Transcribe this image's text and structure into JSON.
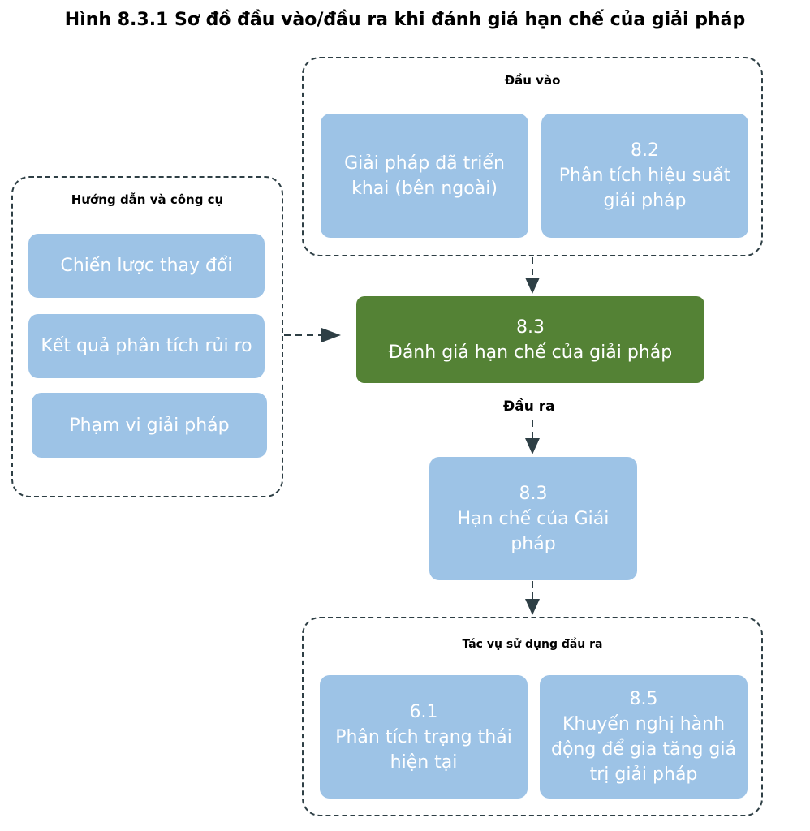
{
  "title": "Hình 8.3.1 Sơ đồ đầu vào/đầu ra khi đánh giá hạn chế của giải pháp",
  "inputs": {
    "label": "Đầu vào",
    "items": [
      {
        "lines": [
          "Giải pháp đã triển",
          "khai (bên ngoài)"
        ]
      },
      {
        "lines": [
          "8.2",
          "Phân tích hiệu suất",
          "giải pháp"
        ]
      }
    ]
  },
  "guidelines": {
    "label": "Hướng dẫn và công cụ",
    "items": [
      "Chiến lược thay đổi",
      "Kết quả phân tích rủi ro",
      "Phạm vi giải pháp"
    ]
  },
  "task": {
    "lines": [
      "8.3",
      "Đánh giá hạn chế của giải pháp"
    ]
  },
  "outputs": {
    "label": "Đầu ra",
    "item": {
      "lines": [
        "8.3",
        "Hạn chế của Giải",
        "pháp"
      ]
    }
  },
  "usage": {
    "label": "Tác vụ sử dụng đầu ra",
    "items": [
      {
        "lines": [
          "6.1",
          "Phân tích trạng thái",
          "hiện tại"
        ]
      },
      {
        "lines": [
          "8.5",
          "Khuyến nghị hành",
          "động để gia tăng giá",
          "trị giải pháp"
        ]
      }
    ]
  },
  "colors": {
    "box_fill": "#9dc3e6",
    "task_fill": "#548235",
    "text_on_box": "#ffffff",
    "connector": "#2e3f45"
  }
}
